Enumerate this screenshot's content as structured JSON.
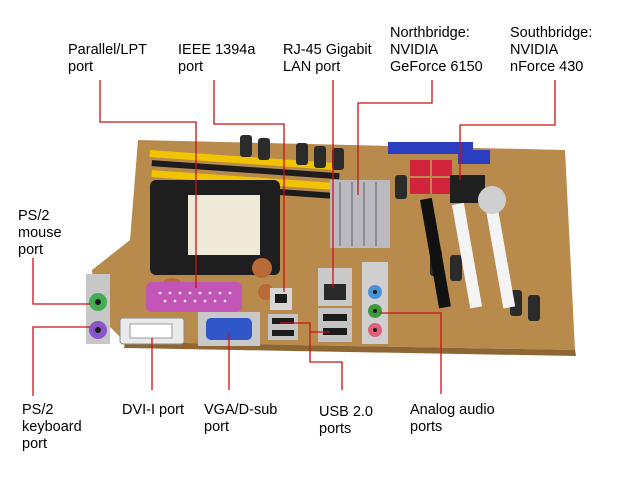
{
  "labels": {
    "parallel": "Parallel/LPT\nport",
    "ieee1394": "IEEE 1394a\nport",
    "rj45": "RJ-45 Gigabit\nLAN port",
    "northbridge": "Northbridge:\nNVIDIA\nGeForce 6150",
    "southbridge": "Southbridge:\nNVIDIA\nnForce 430",
    "ps2_mouse": "PS/2\nmouse\nport",
    "ps2_keyboard": "PS/2\nkeyboard\nport",
    "dvi": "DVI-I port",
    "vga": "VGA/D-sub\nport",
    "usb": "USB 2.0\nports",
    "audio": "Analog audio\nports"
  },
  "colors": {
    "leader": "#cc1111",
    "pcb": "#b88a4c",
    "pcb_dark": "#8e6633",
    "ps2_mouse": "#3fae52",
    "ps2_keyboard": "#8a55c7",
    "parallel": "#c255b5",
    "vga": "#2f56c8",
    "dvi": "#e9e9e9",
    "dimm_slot": "#f0c400",
    "sata": "#d2253c",
    "pci_slot": "#f4f4f4",
    "pcie_slot": "#111111",
    "heatsink": "#b9b9bf",
    "audio_blue": "#4a90d6",
    "audio_green": "#3c9a3c",
    "audio_pink": "#e0627a"
  }
}
